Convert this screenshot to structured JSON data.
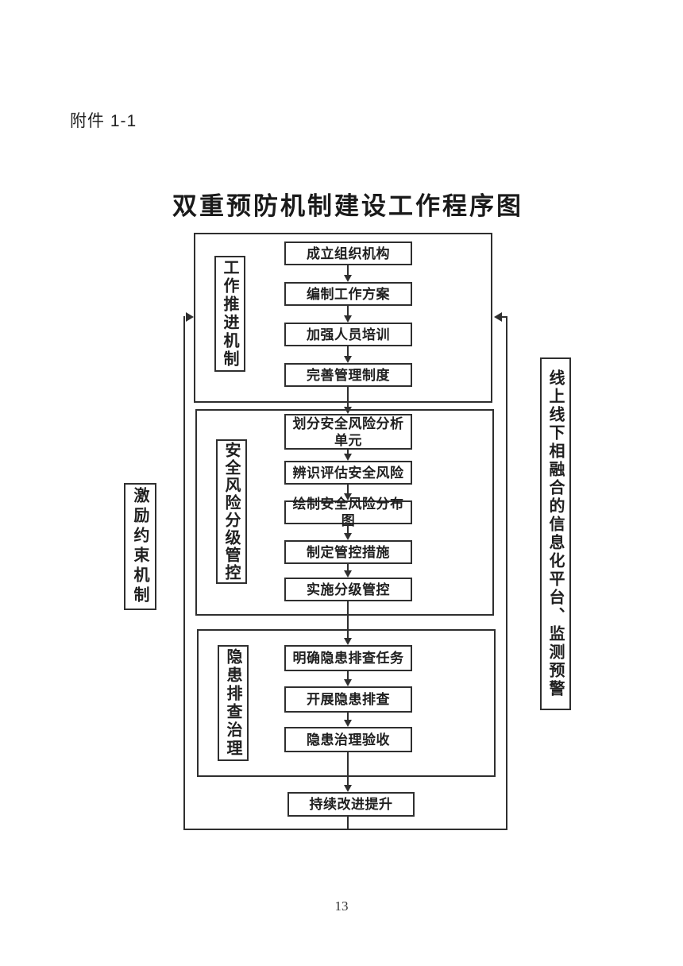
{
  "page": {
    "attachment_label": "附件 1-1",
    "title": "双重预防机制建设工作程序图",
    "page_number": "13"
  },
  "flowchart": {
    "sections": [
      {
        "label": "工作推进机制",
        "steps": [
          "成立组织机构",
          "编制工作方案",
          "加强人员培训",
          "完善管理制度"
        ]
      },
      {
        "label": "安全风险分级管控",
        "steps": [
          "划分安全风险分析单元",
          "辨识评估安全风险",
          "绘制安全风险分布图",
          "制定管控措施",
          "实施分级管控"
        ]
      },
      {
        "label": "隐患排查治理",
        "steps": [
          "明确隐患排查任务",
          "开展隐患排查",
          "隐患治理验收"
        ]
      }
    ],
    "final_step": "持续改进提升",
    "left_side_label": "激励约束机制",
    "right_side_label": "线上线下相融合的信息化平台、监测预警"
  },
  "colors": {
    "line": "#2f2f2f",
    "text": "#1f1f1f",
    "background": "#ffffff"
  }
}
